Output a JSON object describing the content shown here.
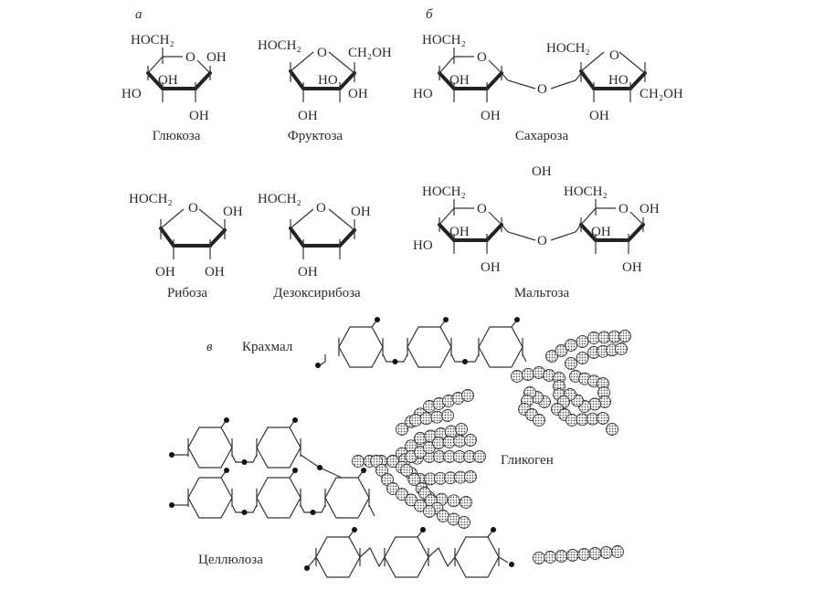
{
  "sections": {
    "a": "а",
    "b": "б",
    "c": "в"
  },
  "monosaccharides": {
    "glucose": {
      "name": "Глюкоза",
      "ch2": "HOCH₂",
      "o": "O",
      "oh_c1": "OH",
      "oh_c2": "OH",
      "oh_c3": "OH",
      "ho_c4": "HO"
    },
    "fructose": {
      "name": "Фруктоза",
      "ch2": "HOCH₂",
      "o": "O",
      "ch2oh": "CH₂OH",
      "ho_in": "HO",
      "oh_r": "OH",
      "oh_b": "OH"
    },
    "ribose": {
      "name": "Рибоза",
      "ch2": "HOCH₂",
      "o": "O",
      "oh_r": "OH",
      "oh_b1": "OH",
      "oh_b2": "OH"
    },
    "deoxyribose": {
      "name": "Дезоксирибоза",
      "ch2": "HOCH₂",
      "o": "O",
      "oh_r": "OH",
      "oh_b": "OH"
    }
  },
  "disaccharides": {
    "sucrose": {
      "name": "Сахароза",
      "ch2a": "HOCH₂",
      "oa": "O",
      "oh_in": "OH",
      "ho_l": "HO",
      "oh_b": "OH",
      "link_o": "O",
      "ch2b": "HOCH₂",
      "ob": "O",
      "ho_in2": "HO",
      "ch2oh": "CH₂OH",
      "oh_b2": "OH"
    },
    "maltose": {
      "name": "Мальтоза",
      "oh_top": "OH",
      "ch2a": "HOCH₂",
      "oa": "O",
      "oh_in": "OH",
      "ho_l": "HO",
      "oh_b": "OH",
      "link_o": "O",
      "ch2b": "HOCH₂",
      "ob": "O",
      "oh_in2": "OH",
      "oh_r": "OH",
      "oh_b2": "OH"
    }
  },
  "polysaccharides": {
    "starch": "Крахмал",
    "glycogen": "Гликоген",
    "cellulose": "Целлюлоза"
  }
}
